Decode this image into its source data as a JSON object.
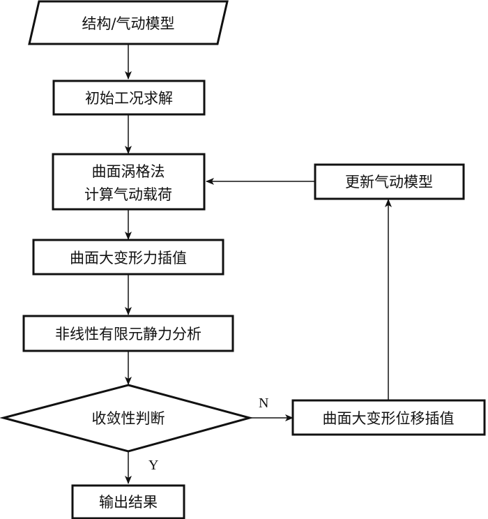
{
  "diagram": {
    "type": "flowchart",
    "nodes": {
      "input": {
        "shape": "parallelogram",
        "label": "结构/气动模型"
      },
      "initial": {
        "shape": "rect",
        "label": "初始工况求解"
      },
      "vlm": {
        "shape": "rect",
        "line1": "曲面涡格法",
        "line2": "计算气动载荷"
      },
      "force_interp": {
        "shape": "rect",
        "label": "曲面大变形力插值"
      },
      "fea": {
        "shape": "rect",
        "label": "非线性有限元静力分析"
      },
      "converge": {
        "shape": "diamond",
        "label": "收敛性判断"
      },
      "output": {
        "shape": "rect",
        "label": "输出结果"
      },
      "disp_interp": {
        "shape": "rect",
        "label": "曲面大变形位移插值"
      },
      "update": {
        "shape": "rect",
        "label": "更新气动模型"
      }
    },
    "edges": [
      {
        "from": "input",
        "to": "initial"
      },
      {
        "from": "initial",
        "to": "vlm"
      },
      {
        "from": "vlm",
        "to": "force_interp"
      },
      {
        "from": "force_interp",
        "to": "fea"
      },
      {
        "from": "fea",
        "to": "converge"
      },
      {
        "from": "converge",
        "to": "output",
        "label": "Y"
      },
      {
        "from": "converge",
        "to": "disp_interp",
        "label": "N"
      },
      {
        "from": "disp_interp",
        "to": "update"
      },
      {
        "from": "update",
        "to": "vlm"
      }
    ],
    "labels": {
      "yes": "Y",
      "no": "N"
    }
  }
}
